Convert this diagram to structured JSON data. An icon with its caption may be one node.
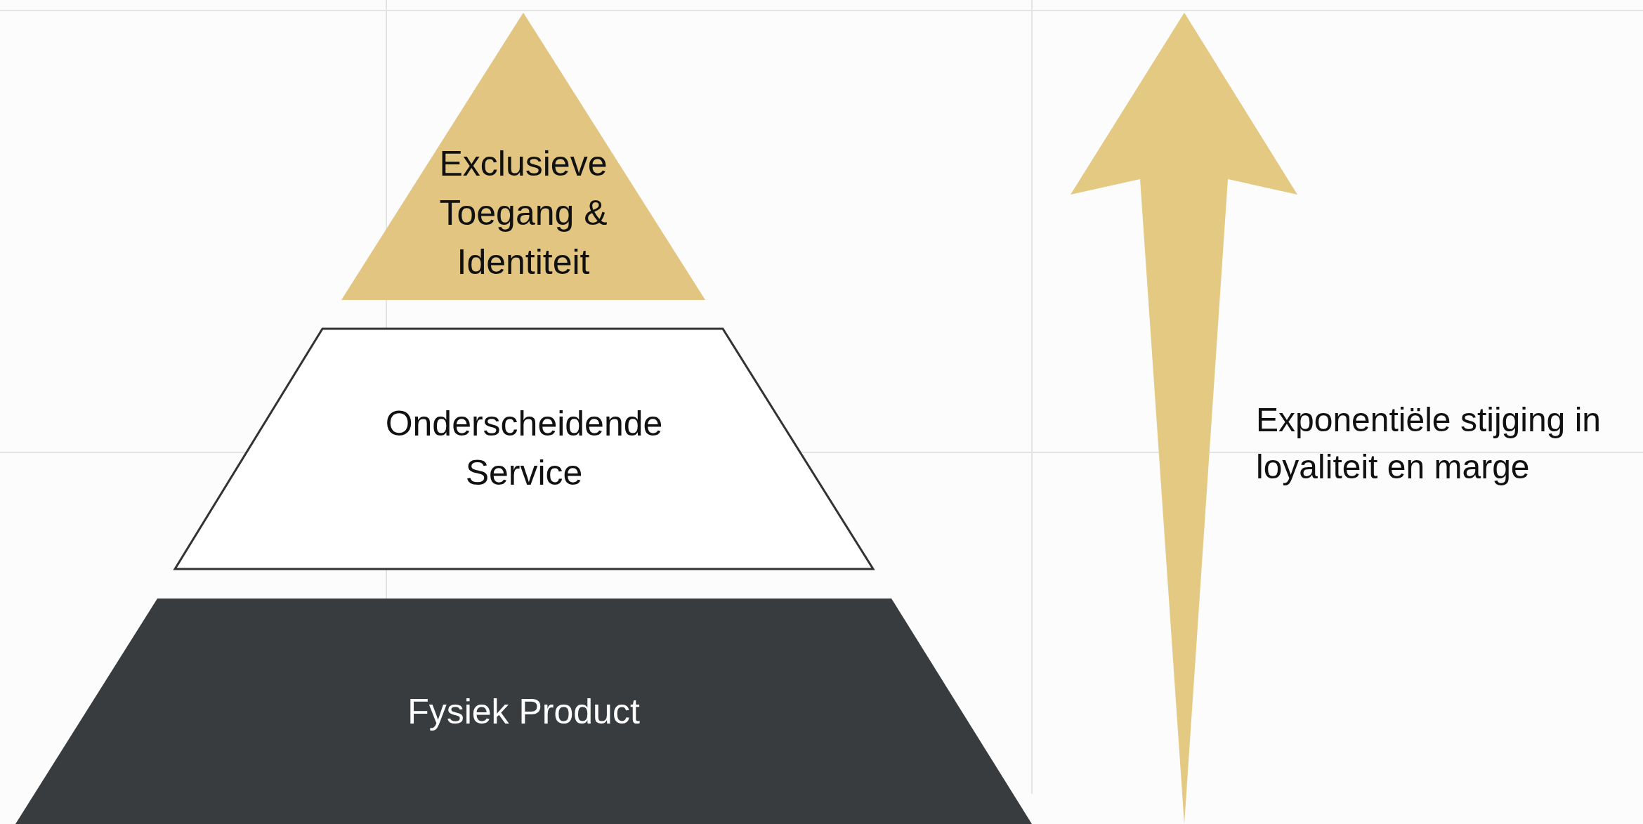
{
  "diagram": {
    "nodes": [
      {
        "text": [
          "Exclusieve Toegang & Identiteit"
        ]
      },
      {
        "text": [
          "Onderscheidende Service"
        ]
      },
      {
        "text": [
          "Fysiek Product"
        ]
      }
    ],
    "labels": [
      "Exponentiële stijging in loyaliteit en marge"
    ]
  }
}
